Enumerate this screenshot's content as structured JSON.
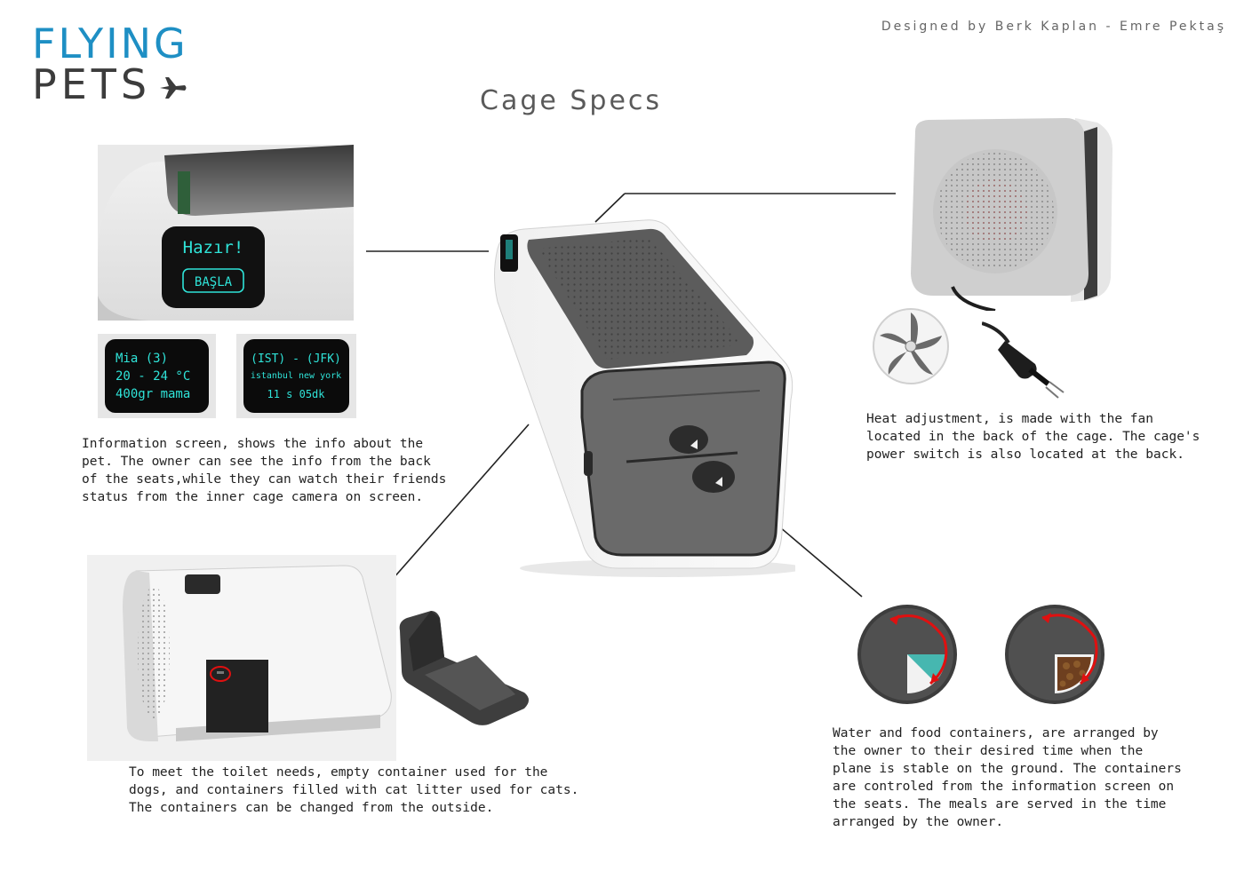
{
  "header": {
    "logo_line1": "FLYING",
    "logo_line2": "PETS",
    "designer": "Designed by Berk Kaplan - Emre Pektaş",
    "page_title": "Cage Specs"
  },
  "screens": {
    "ready": {
      "line1": "Hazır!",
      "button": "BAŞLA"
    },
    "pet": {
      "line1": "Mia   (3)",
      "line2": "20 - 24 °C",
      "line3": "400gr mama"
    },
    "flight": {
      "line1": "(IST) - (JFK)",
      "line2": "istanbul  new york",
      "line3": "11 s 05dk"
    }
  },
  "descriptions": {
    "info": "Information screen, shows the info about the\npet. The owner can see the info from the back\nof the seats,while they can watch their friends\nstatus from the inner cage camera on screen.",
    "heat": "Heat adjustment, is made with the fan\nlocated in the back of the cage. The cage's\npower switch is also located at the back.",
    "toilet": "To meet the toilet needs, empty container used for the\ndogs, and containers filled with cat litter used for cats.\nThe containers can be changed from the outside.",
    "water": "Water and food containers, are arranged by\nthe owner to their desired time when the\nplane is stable on the ground. The containers\nare controled from the information screen on\nthe seats. The meals are served in the time\narranged by the owner."
  },
  "colors": {
    "logo_blue": "#1e8fc4",
    "oled_cyan": "#2fe3d8",
    "arrow_red": "#e01010"
  }
}
